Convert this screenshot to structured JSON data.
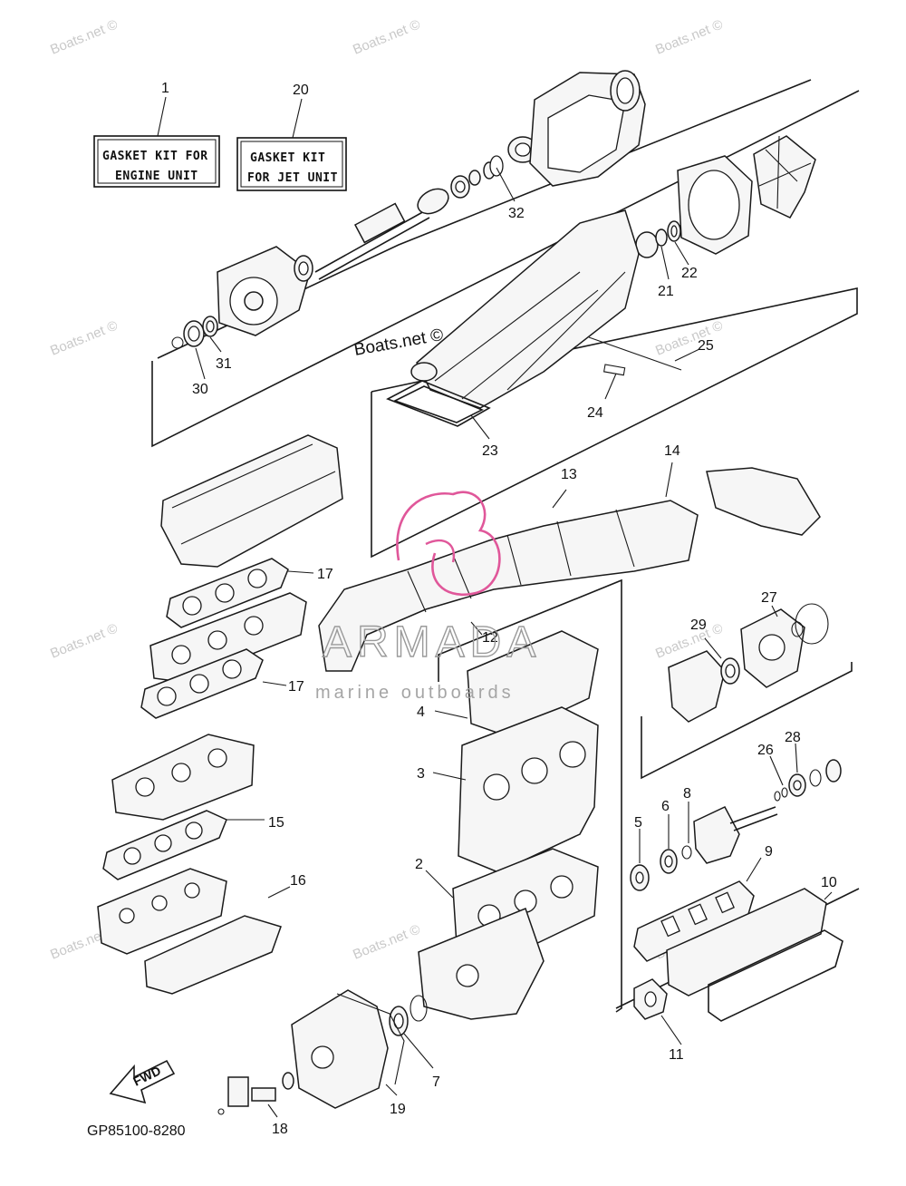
{
  "diagram_code": "GP85100-8280",
  "fwd_label": "FWD",
  "kits": [
    {
      "number": "1",
      "line1": "GASKET KIT FOR",
      "line2": "ENGINE UNIT"
    },
    {
      "number": "20",
      "line1": "GASKET KIT",
      "line2": "FOR JET UNIT"
    }
  ],
  "callouts": {
    "c2": "2",
    "c3": "3",
    "c4": "4",
    "c5": "5",
    "c6": "6",
    "c7": "7",
    "c8": "8",
    "c9": "9",
    "c10": "10",
    "c11": "11",
    "c12": "12",
    "c13": "13",
    "c14": "14",
    "c15": "15",
    "c16": "16",
    "c17a": "17",
    "c17b": "17",
    "c18": "18",
    "c19": "19",
    "c21": "21",
    "c22": "22",
    "c23": "23",
    "c24": "24",
    "c25": "25",
    "c26": "26",
    "c27": "27",
    "c28": "28",
    "c29": "29",
    "c30": "30",
    "c31": "31",
    "c32": "32"
  },
  "watermarks": {
    "w1": "Boats.net ©",
    "w2": "Boats.net ©",
    "w3": "Boats.net ©",
    "w4": "Boats.net ©",
    "w5": "Boats.net ©",
    "w6": "Boats.net ©",
    "w7": "Boats.net ©",
    "w8": "Boats.net ©",
    "w9": "Boats.net ©",
    "w10": "Boats.net ©",
    "center": "Boats.net ©"
  },
  "logo": {
    "name": "ARMADA",
    "tagline": "marine outboards",
    "color": "#e0579a"
  }
}
